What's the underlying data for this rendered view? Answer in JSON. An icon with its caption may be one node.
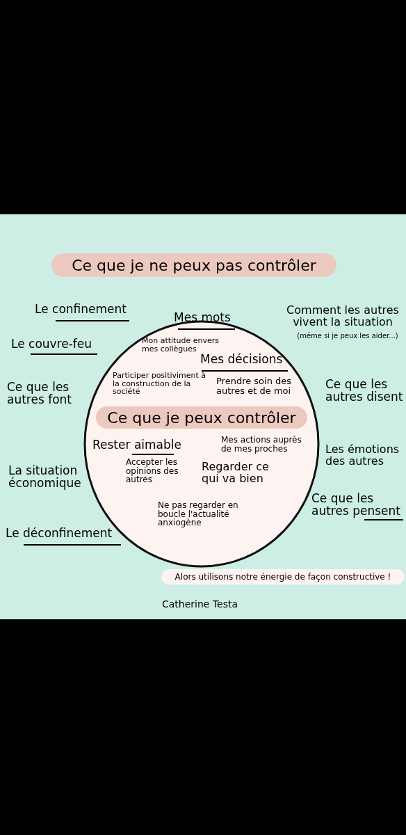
{
  "diagram": {
    "title": "Ce que je ne peux pas contrôler",
    "nodes": [
      {
        "text": [],
        "shape": "circle"
      },
      {
        "text": [
          "Ce que je peux contrôler"
        ],
        "in": 0
      },
      {
        "text": [
          "Alors utilisons notre énergie de façon constructive !"
        ]
      }
    ],
    "edges": [],
    "labels": [
      "Le confinement",
      "Mes mots",
      "Comment les autres vivent la situation",
      "(même si je peux les aider...)",
      "Le couvre-feu",
      "Mon attitude envers mes collègues",
      "Mes décisions",
      "Participer positiviment à la construction de la société",
      "Prendre soin des autres et de moi",
      "Ce que les autres font",
      "Ce que les autres disent",
      "Rester aimable",
      "Mes actions auprès de mes proches",
      "Les émotions des autres",
      "Accepter les opinions des autres",
      "Regarder ce qui va bien",
      "La situation économique",
      "Ce que les autres pensent",
      "Ne pas regarder en boucle l'actualité anxiogène",
      "Le déconfinement",
      "Catherine Testa"
    ]
  }
}
